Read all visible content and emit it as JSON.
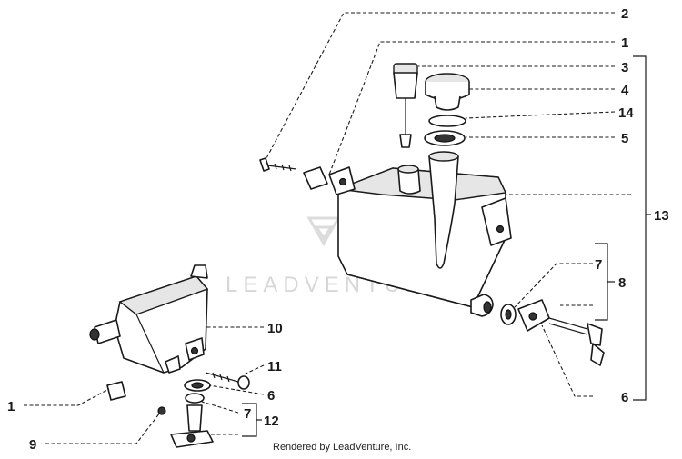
{
  "watermark": "LEADVENTURE",
  "credit": "Rendered by LeadVenture, Inc.",
  "callouts": {
    "c2": "2",
    "c1_top": "1",
    "c3": "3",
    "c4": "4",
    "c14": "14",
    "c5": "5",
    "c13": "13",
    "c7_right": "7",
    "c8": "8",
    "c6_right": "6",
    "c10": "10",
    "c11": "11",
    "c6_left": "6",
    "c7_left": "7",
    "c12": "12",
    "c1_left": "1",
    "c9": "9"
  }
}
